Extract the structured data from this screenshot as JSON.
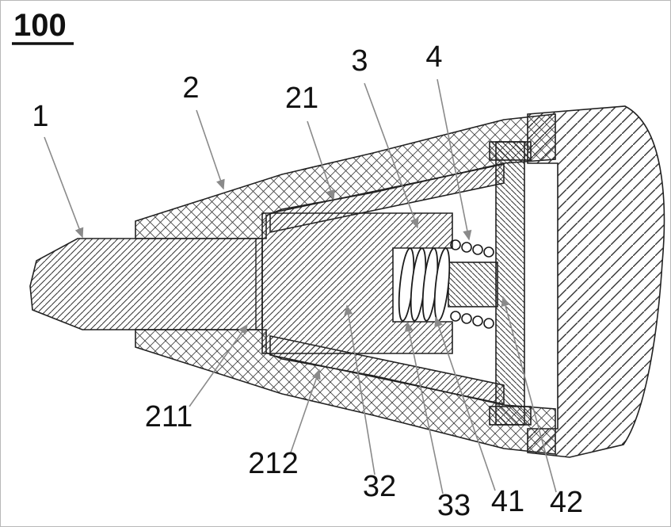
{
  "figure": {
    "number": "100",
    "type": "patent-cross-section-drawing"
  },
  "labels": [
    {
      "id": "1",
      "text": "1",
      "points_to": "tip-shaft"
    },
    {
      "id": "2",
      "text": "2",
      "points_to": "outer-shell"
    },
    {
      "id": "21",
      "text": "21",
      "points_to": "inner-liner"
    },
    {
      "id": "3",
      "text": "3",
      "points_to": "holder-block"
    },
    {
      "id": "4",
      "text": "4",
      "points_to": "small-spring"
    },
    {
      "id": "211",
      "text": "211",
      "points_to": "shaft-step"
    },
    {
      "id": "212",
      "text": "212",
      "points_to": "lower-liner"
    },
    {
      "id": "32",
      "text": "32",
      "points_to": "holder-body"
    },
    {
      "id": "33",
      "text": "33",
      "points_to": "spring-seat"
    },
    {
      "id": "41",
      "text": "41",
      "points_to": "coil-spring"
    },
    {
      "id": "42",
      "text": "42",
      "points_to": "flange"
    }
  ],
  "colors": {
    "line": "#222222",
    "leader": "#8a8a8a",
    "text": "#111111",
    "background": "#ffffff"
  }
}
